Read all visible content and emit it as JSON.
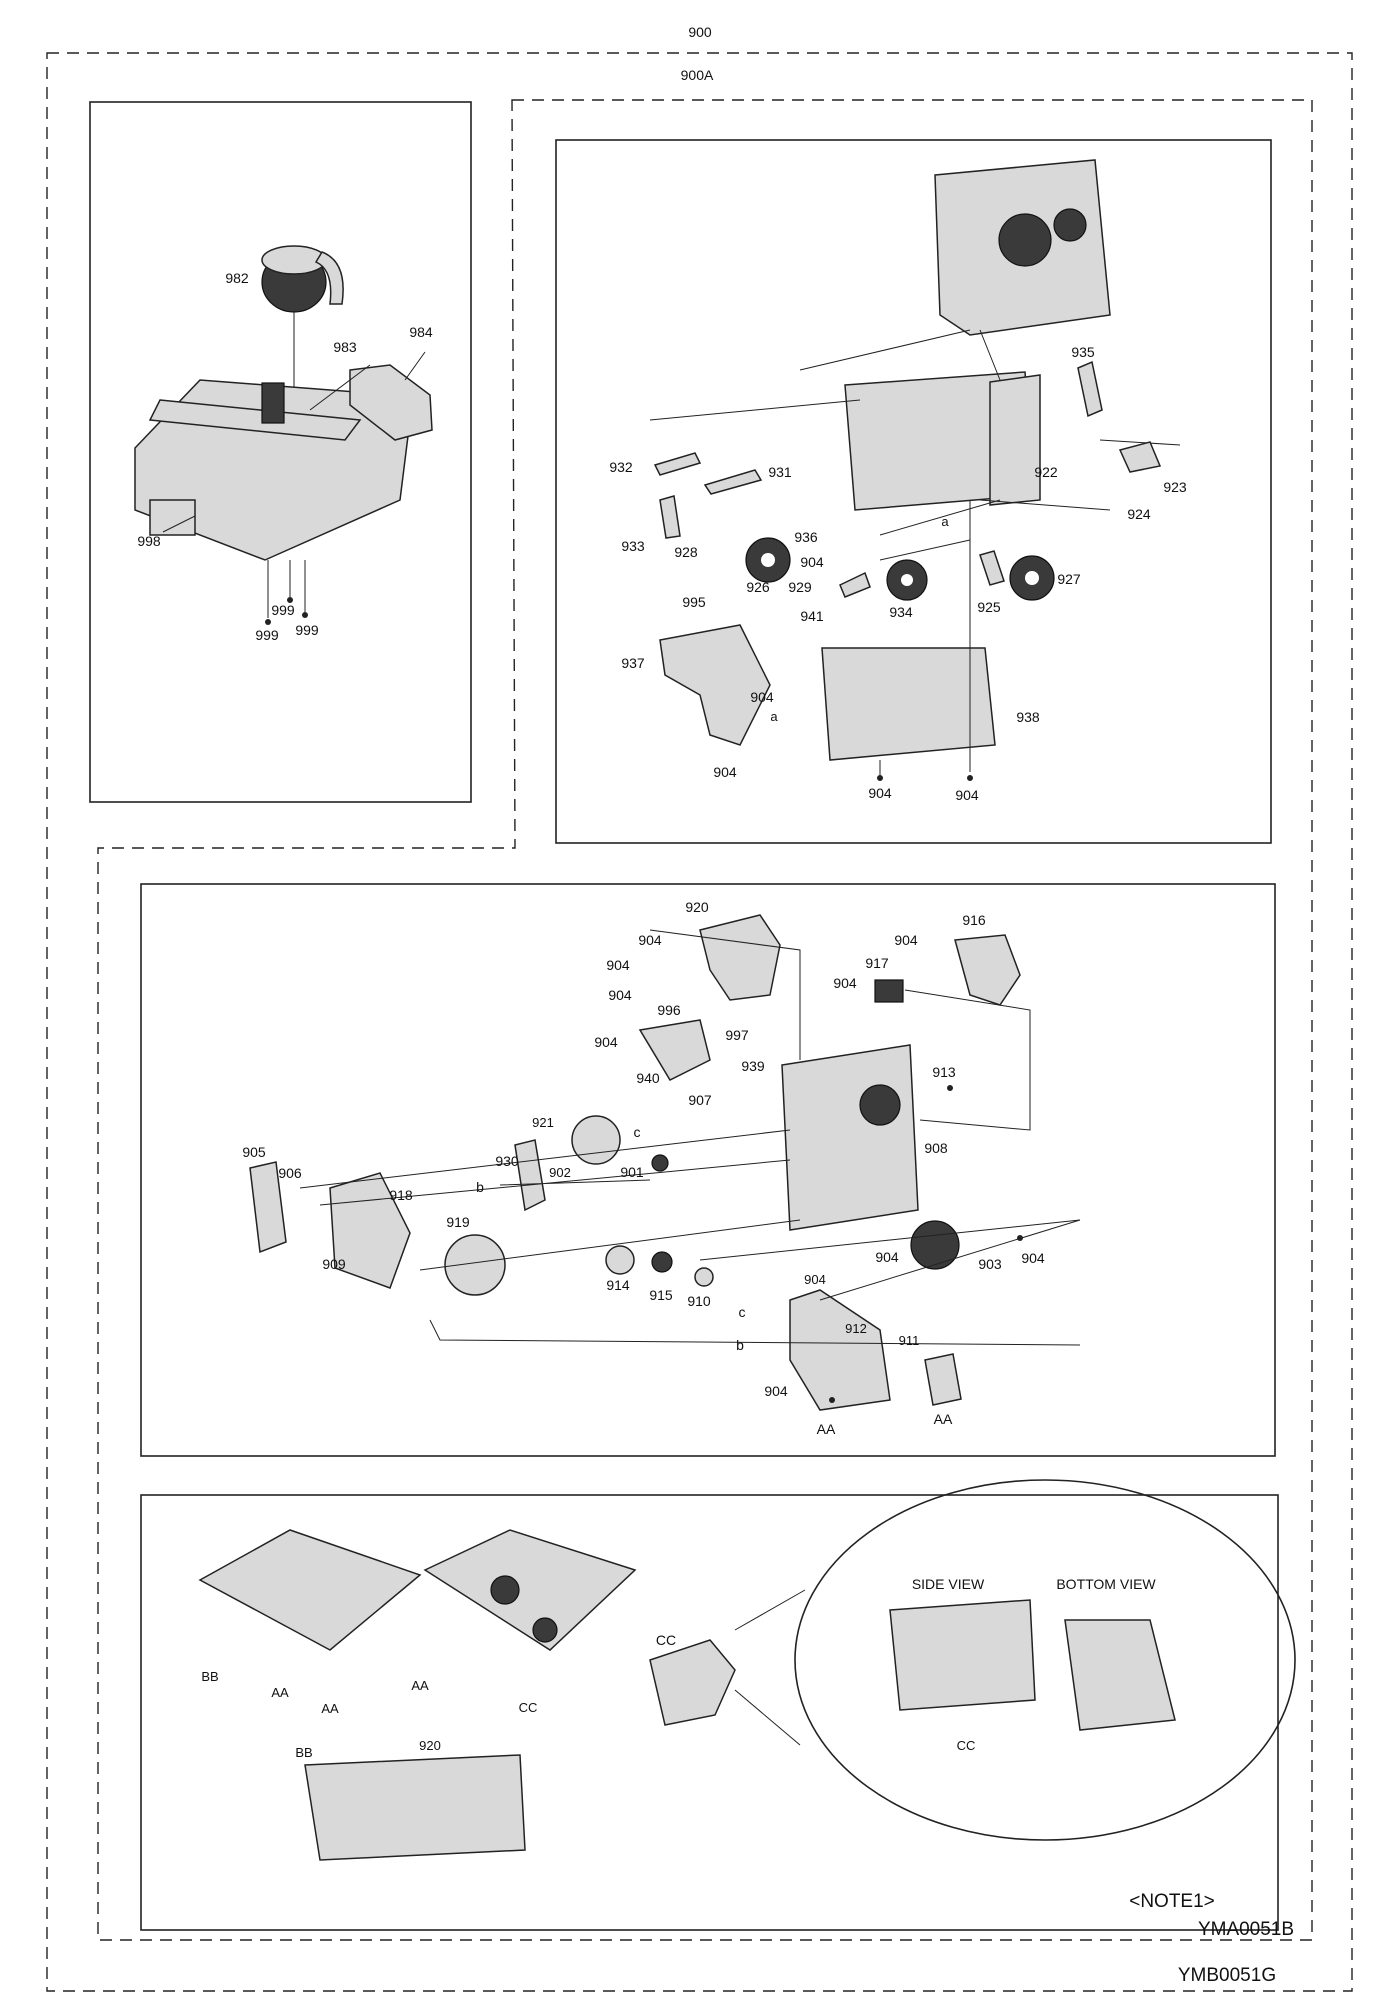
{
  "assembly": {
    "outer": "900",
    "inner": "900A"
  },
  "doc_codes": {
    "a": "YMA0051B",
    "b": "YMB0051G"
  },
  "note": "<NOTE1>",
  "views": {
    "side": "SIDE VIEW",
    "bottom": "BOTTOM VIEW"
  },
  "callouts": [
    "982",
    "983",
    "984",
    "998",
    "999",
    "999",
    "999",
    "932",
    "931",
    "933",
    "928",
    "995",
    "926",
    "936",
    "904",
    "929",
    "941",
    "934",
    "925",
    "927",
    "935",
    "922",
    "923",
    "924",
    "a",
    "937",
    "904",
    "904",
    "a",
    "938",
    "904",
    "904",
    "920",
    "904",
    "904",
    "904",
    "916",
    "917",
    "904",
    "904",
    "996",
    "904",
    "997",
    "939",
    "913",
    "940",
    "907",
    "c",
    "921",
    "905",
    "906",
    "918",
    "930",
    "b",
    "902",
    "901",
    "908",
    "919",
    "909",
    "914",
    "915",
    "910",
    "904",
    "903",
    "904",
    "c",
    "904",
    "b",
    "912",
    "904",
    "AA",
    "911",
    "AA",
    "BB",
    "AA",
    "AA",
    "AA",
    "CC",
    "BB",
    "920",
    "CC",
    "CC"
  ]
}
